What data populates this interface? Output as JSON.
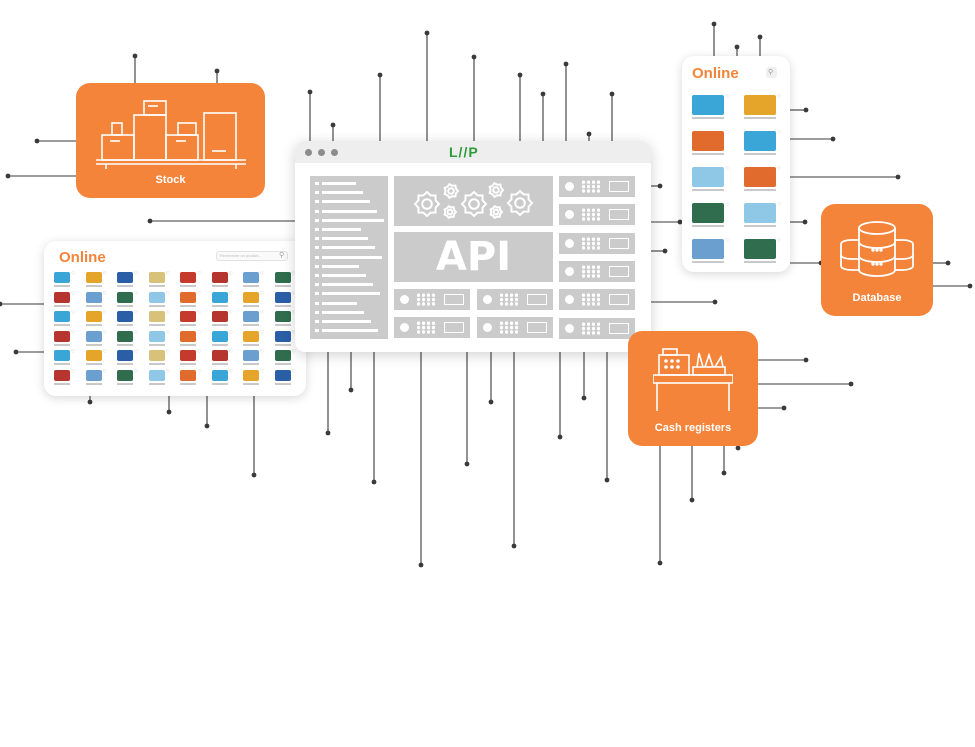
{
  "brand": {
    "logo": "L//P",
    "accent": "#f5843b",
    "logo_color": "#2d9c3c",
    "panel_color": "#cbcbcb",
    "connector_color": "#3a3a3a"
  },
  "center": {
    "api_label": "API"
  },
  "nodes": {
    "stock": {
      "label": "Stock",
      "icon": "stock-boxes-icon"
    },
    "database": {
      "label": "Database",
      "icon": "database-icon"
    },
    "cash_registers": {
      "label": "Cash registers",
      "icon": "cash-register-icon"
    }
  },
  "online_desktop": {
    "title": "Online",
    "search_placeholder": "Recherche un produit...",
    "icon": "search-icon"
  },
  "online_mobile": {
    "title": "Online",
    "icon": "search-icon"
  }
}
